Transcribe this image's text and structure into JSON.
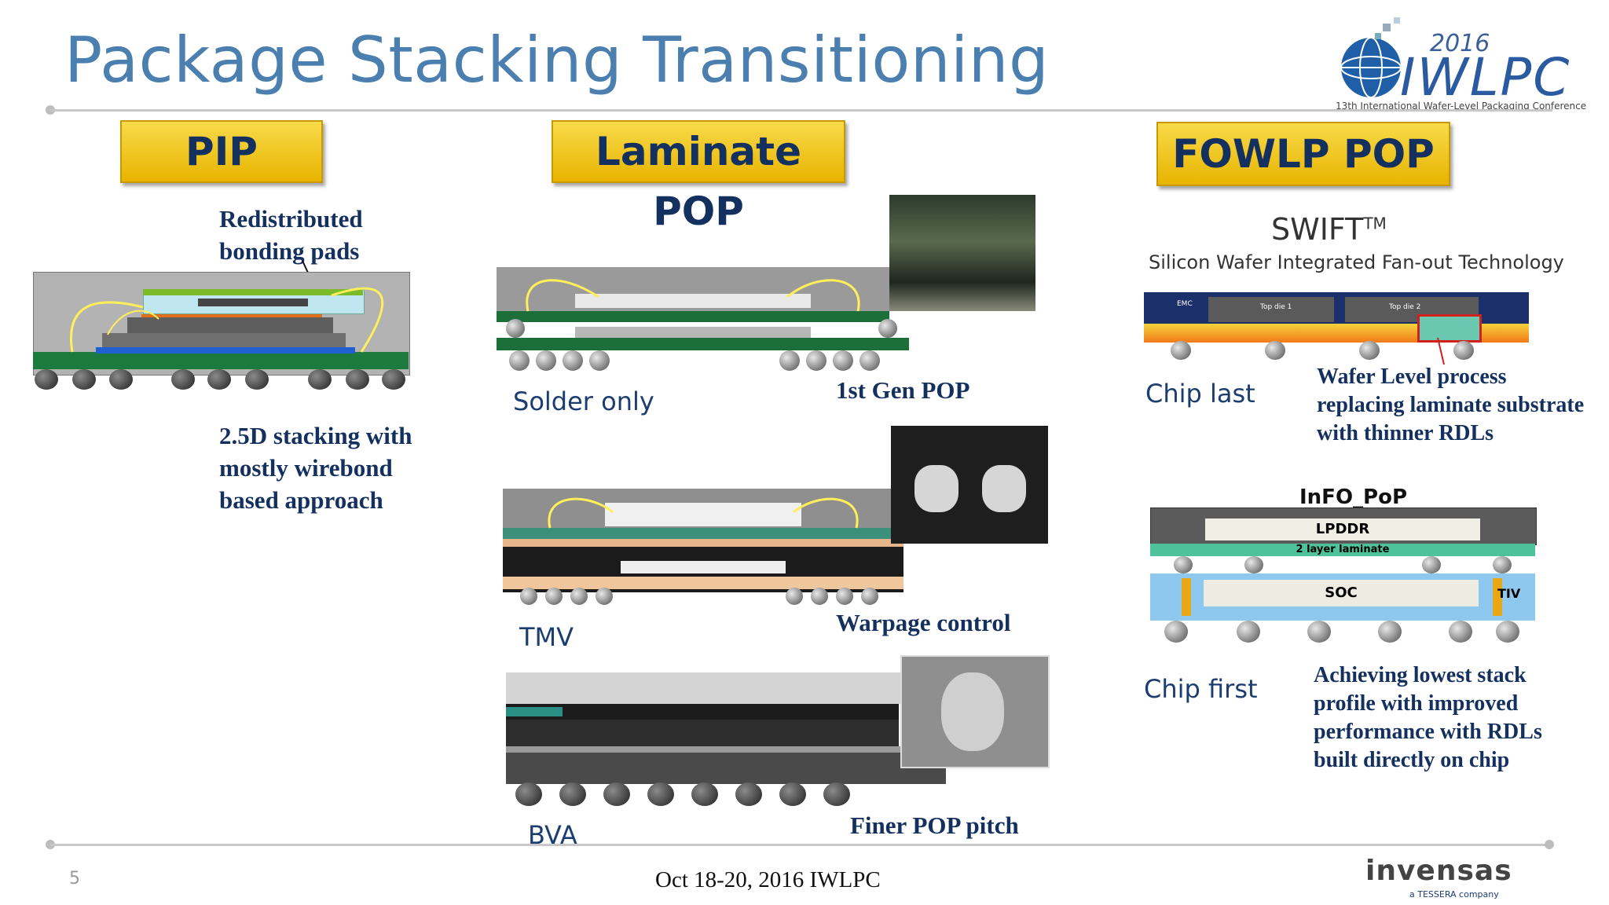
{
  "slide": {
    "title": "Package Stacking Transitioning",
    "page_number": "5",
    "footer": "Oct 18-20, 2016 IWLPC"
  },
  "conference_logo": {
    "year": "2016",
    "name": "IWLPC",
    "subtitle": "13th International Wafer-Level Packaging Conference"
  },
  "company_logo": {
    "name": "invensas",
    "tagline": "a TESSERA company"
  },
  "columns": {
    "pip": {
      "heading": "PIP",
      "callout_top": [
        "Redistributed",
        "bonding pads"
      ],
      "callout_bottom": [
        "2.5D stacking with",
        "mostly wirebond",
        "based approach"
      ]
    },
    "laminate_pop": {
      "heading": "Laminate POP",
      "rows": [
        {
          "label": "Solder only",
          "caption": "1st Gen POP"
        },
        {
          "label": "TMV",
          "caption": "Warpage control"
        },
        {
          "label": "BVA",
          "caption": "Finer POP pitch"
        }
      ]
    },
    "fowlp_pop": {
      "heading": "FOWLP POP",
      "swift_title": "SWIFT",
      "swift_tm": "TM",
      "swift_subtitle": "Silicon Wafer Integrated Fan-out Technology",
      "swift_die_labels": [
        "EMC",
        "Top die 1",
        "Top die 2"
      ],
      "chip_last_label": "Chip last",
      "chip_last_caption": [
        "Wafer Level process",
        "replacing laminate substrate",
        "with thinner RDLs"
      ],
      "info_title": "InFO_PoP",
      "info_layers": [
        "LPDDR",
        "2 layer laminate",
        "SOC",
        "TIV"
      ],
      "chip_first_label": "Chip first",
      "chip_first_caption": [
        "Achieving lowest stack",
        "profile with improved",
        "performance with RDLs",
        "built directly on chip"
      ]
    }
  },
  "colors": {
    "title": "#4a7fb0",
    "heading_bg": "#f2c318",
    "heading_text": "#14305e",
    "callout_text": "#14305e"
  }
}
